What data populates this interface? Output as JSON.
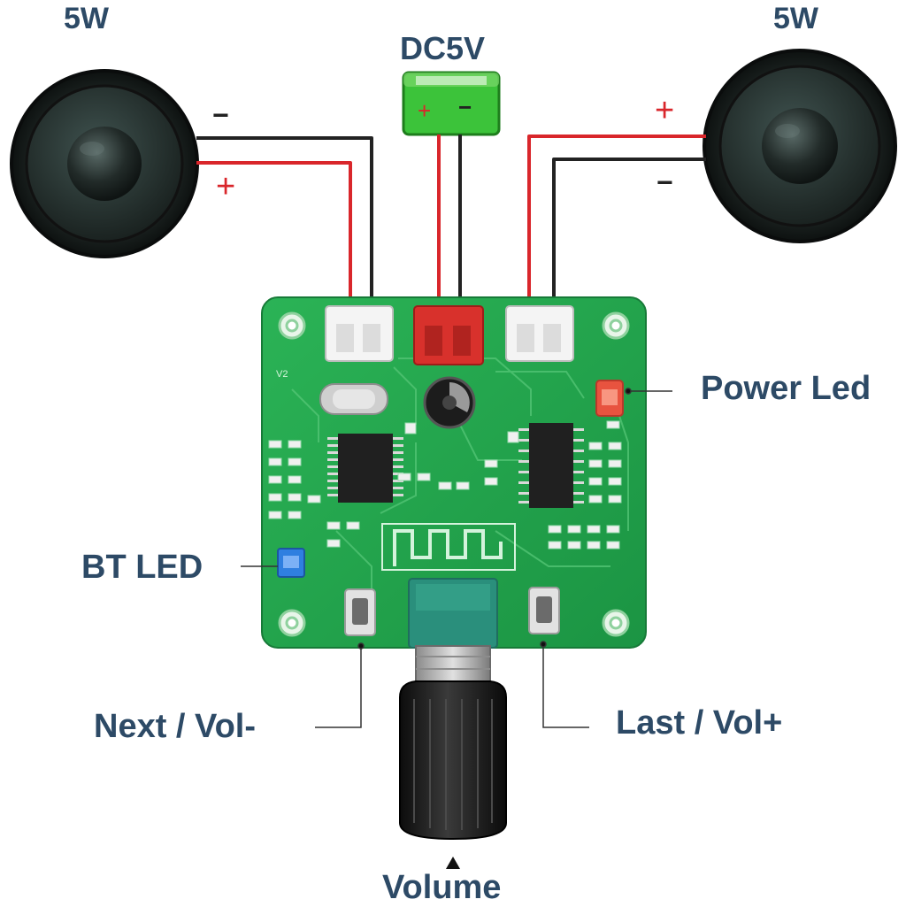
{
  "labels": {
    "speaker_left_power": "5W",
    "speaker_right_power": "5W",
    "power_supply": "DC5V",
    "power_led": "Power Led",
    "bt_led": "BT LED",
    "next_vol_minus": "Next / Vol-",
    "last_vol_plus": "Last / Vol+",
    "volume": "Volume"
  },
  "polarity": {
    "left_top": "−",
    "left_bottom": "+",
    "right_top": "+",
    "right_bottom": "−",
    "battery_plus": "+",
    "battery_minus": "−"
  },
  "board": {
    "version_mark": "V2"
  },
  "colors": {
    "label_text": "#2d4a66",
    "pcb_green": "#1fa34a",
    "wire_red": "#d9262b",
    "wire_black": "#222222",
    "battery_green": "#3cc33a",
    "connector_red": "#d8312c",
    "power_led": "#e8533f",
    "bt_led": "#2f7fe0"
  }
}
